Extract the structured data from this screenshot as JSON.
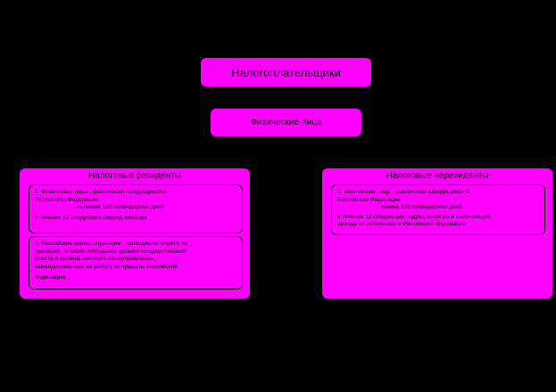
{
  "diagram": {
    "root": "Налогоплательщики",
    "child": "Физические лица",
    "residents": {
      "title": "Налоговые резиденты",
      "item1": [
        "1. Физические лица , фактически находящиеся в",
        "Российской Федерации",
        "не менее 183 календарных дней",
        "в течение 12 следующих подряд месяцев"
      ],
      "item2": [
        "2. Российские военнослужащие , проходящие службу за",
        "границей , а также сотрудники органов государственной",
        "власти и органов местного самоуправления ,",
        "командированные на работу за пределы Российской",
        "Федерации"
      ]
    },
    "nonresidents": {
      "title": "Налоговые нерезиденты",
      "item1": [
        "1. Физические лица , фактически находящиеся в",
        "Российской Федерации",
        "менее 183 календарных дней",
        "в течение 12 следующих подряд месяцев и получающие",
        "доходы от источников в Российской Федерации"
      ]
    }
  }
}
